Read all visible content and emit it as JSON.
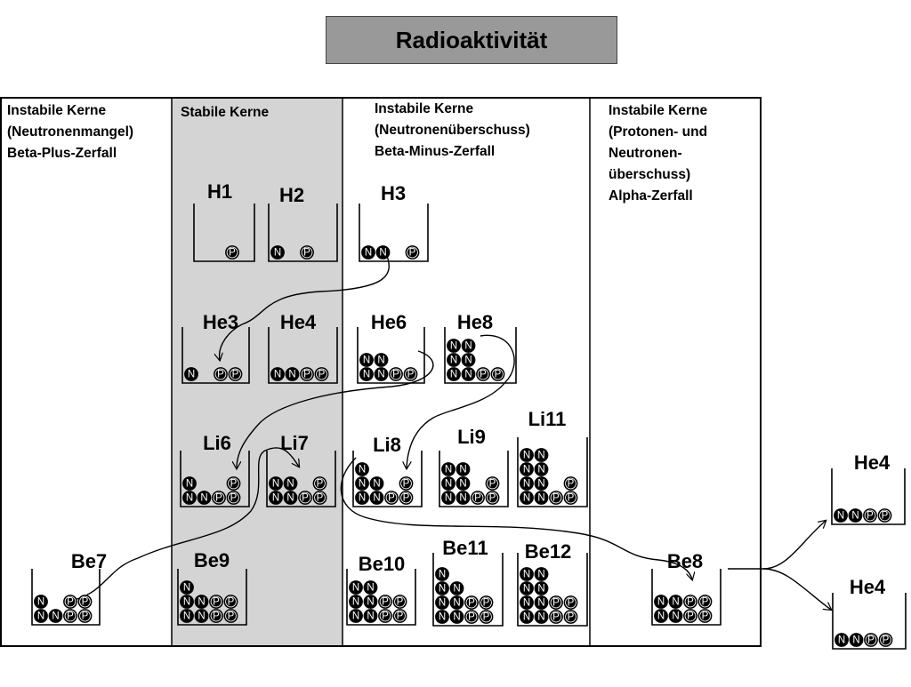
{
  "title": "Radioaktivität",
  "columns": [
    {
      "lines": [
        "Instabile Kerne",
        "(Neutronenmangel)",
        "Beta-Plus-Zerfall"
      ]
    },
    {
      "lines": [
        "Stabile Kerne"
      ]
    },
    {
      "lines": [
        "Instabile Kerne",
        "(Neutronenüberschuss)",
        "Beta-Minus-Zerfall"
      ]
    },
    {
      "lines": [
        "Instabile Kerne",
        "(Protonen- und",
        "Neutronen-",
        "überschuss)",
        "Alpha-Zerfall"
      ]
    }
  ],
  "colors": {
    "stable_bg": "#d4d4d4",
    "particle": "#000000",
    "particle_text": "#ffffff",
    "title_bg": "#999999"
  },
  "particle_labels": {
    "neutron": "N",
    "proton": "P"
  },
  "nuclei": [
    {
      "id": "H1",
      "label": "H1",
      "rows": [
        [
          ".",
          ".",
          "P"
        ]
      ]
    },
    {
      "id": "H2",
      "label": "H2",
      "rows": [
        [
          "N",
          ".",
          "P"
        ]
      ]
    },
    {
      "id": "H3",
      "label": "H3",
      "rows": [
        [
          "N",
          "N",
          ".",
          "P"
        ]
      ]
    },
    {
      "id": "He3",
      "label": "He3",
      "rows": [
        [
          "N",
          ".",
          "P",
          "P"
        ]
      ]
    },
    {
      "id": "He4a",
      "label": "He4",
      "rows": [
        [
          "N",
          "N",
          "P",
          "P"
        ]
      ]
    },
    {
      "id": "He6",
      "label": "He6",
      "rows": [
        [
          "N",
          "N"
        ],
        [
          "N",
          "N",
          "P",
          "P"
        ]
      ]
    },
    {
      "id": "He8",
      "label": "He8",
      "rows": [
        [
          "N",
          "N"
        ],
        [
          "N",
          "N"
        ],
        [
          "N",
          "N",
          "P",
          "P"
        ]
      ]
    },
    {
      "id": "Li6",
      "label": "Li6",
      "rows": [
        [
          "N",
          ".",
          ".",
          "P"
        ],
        [
          "N",
          "N",
          "P",
          "P"
        ]
      ]
    },
    {
      "id": "Li7",
      "label": "Li7",
      "rows": [
        [
          "N",
          "N",
          ".",
          "P"
        ],
        [
          "N",
          "N",
          "P",
          "P"
        ]
      ]
    },
    {
      "id": "Li8",
      "label": "Li8",
      "rows": [
        [
          "N"
        ],
        [
          "N",
          "N",
          ".",
          "P"
        ],
        [
          "N",
          "N",
          "P",
          "P"
        ]
      ]
    },
    {
      "id": "Li9",
      "label": "Li9",
      "rows": [
        [
          "N",
          "N"
        ],
        [
          "N",
          "N",
          ".",
          "P"
        ],
        [
          "N",
          "N",
          "P",
          "P"
        ]
      ]
    },
    {
      "id": "Li11",
      "label": "Li11",
      "rows": [
        [
          "N",
          "N"
        ],
        [
          "N",
          "N"
        ],
        [
          "N",
          "N",
          ".",
          "P"
        ],
        [
          "N",
          "N",
          "P",
          "P"
        ]
      ]
    },
    {
      "id": "Be7",
      "label": "Be7",
      "rows": [
        [
          "N",
          ".",
          "P",
          "P"
        ],
        [
          "N",
          "N",
          "P",
          "P"
        ]
      ]
    },
    {
      "id": "Be9",
      "label": "Be9",
      "rows": [
        [
          "N"
        ],
        [
          "N",
          "N",
          "P",
          "P"
        ],
        [
          "N",
          "N",
          "P",
          "P"
        ]
      ]
    },
    {
      "id": "Be10",
      "label": "Be10",
      "rows": [
        [
          "N",
          "N"
        ],
        [
          "N",
          "N",
          "P",
          "P"
        ],
        [
          "N",
          "N",
          "P",
          "P"
        ]
      ]
    },
    {
      "id": "Be11",
      "label": "Be11",
      "rows": [
        [
          "N"
        ],
        [
          "N",
          "N"
        ],
        [
          "N",
          "N",
          "P",
          "P"
        ],
        [
          "N",
          "N",
          "P",
          "P"
        ]
      ]
    },
    {
      "id": "Be12",
      "label": "Be12",
      "rows": [
        [
          "N",
          "N"
        ],
        [
          "N",
          "N"
        ],
        [
          "N",
          "N",
          "P",
          "P"
        ],
        [
          "N",
          "N",
          "P",
          "P"
        ]
      ]
    },
    {
      "id": "Be8",
      "label": "Be8",
      "rows": [
        [
          "N",
          "N",
          "P",
          "P"
        ],
        [
          "N",
          "N",
          "P",
          "P"
        ]
      ]
    },
    {
      "id": "He4b",
      "label": "He4",
      "rows": [
        [
          "N",
          "N",
          "P",
          "P"
        ]
      ]
    },
    {
      "id": "He4c",
      "label": "He4",
      "rows": [
        [
          "N",
          "N",
          "P",
          "P"
        ]
      ]
    }
  ]
}
